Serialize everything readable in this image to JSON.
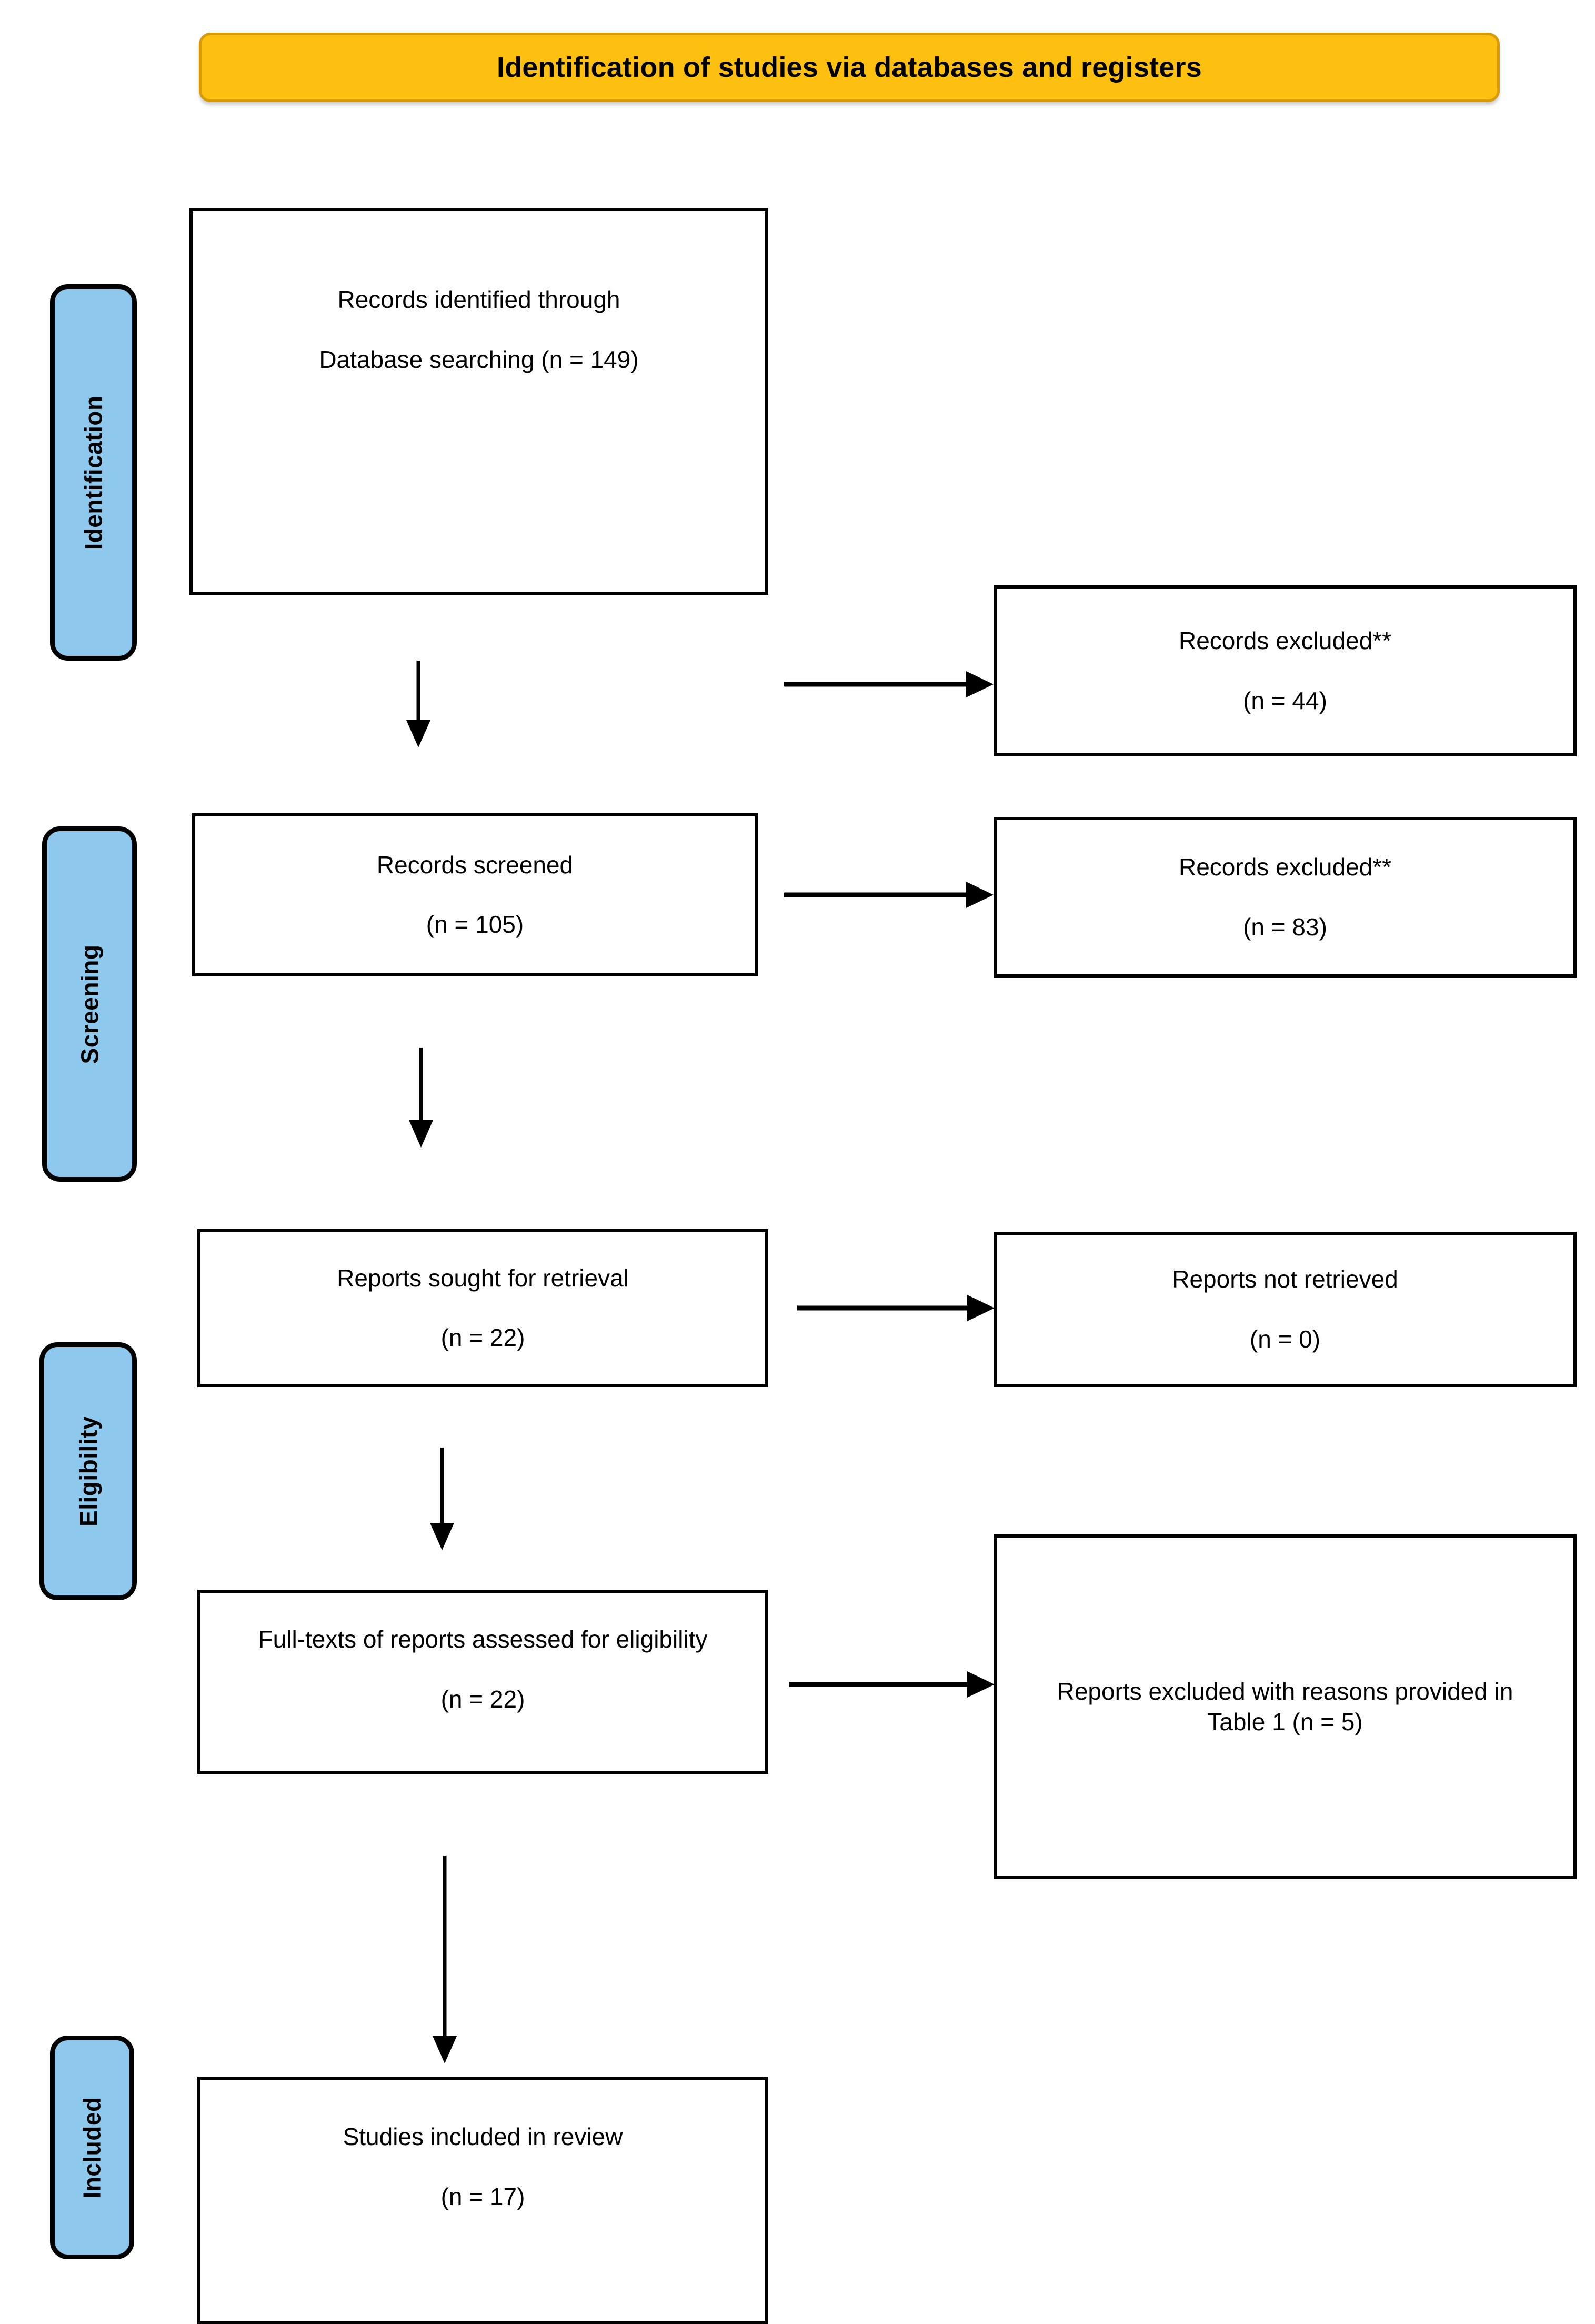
{
  "banner": {
    "title": "Identification of studies via databases and registers",
    "fill_color": "#FDBF10",
    "border_color": "#D79B06"
  },
  "stages": [
    {
      "id": "identification",
      "label": "Identification",
      "fill_color": "#8FC8ED"
    },
    {
      "id": "screening",
      "label": "Screening",
      "fill_color": "#8FC8ED"
    },
    {
      "id": "eligibility",
      "label": "Eligibility",
      "fill_color": "#8FC8ED"
    },
    {
      "id": "included",
      "label": "Included",
      "fill_color": "#8FC8ED"
    }
  ],
  "boxes": {
    "records_identified": {
      "line1": "Records identified through",
      "line2": "Database searching (n = 149)"
    },
    "records_excluded_1": {
      "line1": "Records excluded**",
      "line2": "(n = 44)"
    },
    "records_screened": {
      "line1": "Records screened",
      "line2": "(n = 105)"
    },
    "records_excluded_2": {
      "line1": "Records excluded**",
      "line2": "(n = 83)"
    },
    "reports_sought": {
      "line1": "Reports sought for retrieval",
      "line2": "(n = 22)"
    },
    "reports_not_retrieved": {
      "line1": "Reports not retrieved",
      "line2": "(n = 0)"
    },
    "full_texts_assessed": {
      "line1": "Full-texts of reports assessed for eligibility",
      "line2": "(n = 22)"
    },
    "reports_excluded_reasons": {
      "line1": "Reports excluded with reasons provided in Table 1 (n = 5)",
      "line2": ""
    },
    "studies_included": {
      "line1": "Studies included in review",
      "line2": "(n = 17)"
    }
  },
  "chart_data": {
    "type": "diagram",
    "title": "Identification of studies via databases and registers",
    "diagram_kind": "PRISMA flow diagram",
    "stages": [
      "Identification",
      "Screening",
      "Eligibility",
      "Included"
    ],
    "nodes": [
      {
        "id": "records_identified",
        "stage": "Identification",
        "label": "Records identified through Database searching",
        "n": 149
      },
      {
        "id": "records_excluded_1",
        "stage": "Identification",
        "label": "Records excluded**",
        "n": 44
      },
      {
        "id": "records_screened",
        "stage": "Screening",
        "label": "Records screened",
        "n": 105
      },
      {
        "id": "records_excluded_2",
        "stage": "Screening",
        "label": "Records excluded**",
        "n": 83
      },
      {
        "id": "reports_sought",
        "stage": "Eligibility",
        "label": "Reports sought for retrieval",
        "n": 22
      },
      {
        "id": "reports_not_retrieved",
        "stage": "Eligibility",
        "label": "Reports not retrieved",
        "n": 0
      },
      {
        "id": "full_texts_assessed",
        "stage": "Eligibility",
        "label": "Full-texts of reports assessed for eligibility",
        "n": 22
      },
      {
        "id": "reports_excluded_reasons",
        "stage": "Eligibility",
        "label": "Reports excluded with reasons provided in Table 1",
        "n": 5
      },
      {
        "id": "studies_included",
        "stage": "Included",
        "label": "Studies included in review",
        "n": 17
      }
    ],
    "edges": [
      {
        "from": "records_identified",
        "to": "records_excluded_1",
        "direction": "right"
      },
      {
        "from": "records_identified",
        "to": "records_screened",
        "direction": "down"
      },
      {
        "from": "records_screened",
        "to": "records_excluded_2",
        "direction": "right"
      },
      {
        "from": "records_screened",
        "to": "reports_sought",
        "direction": "down"
      },
      {
        "from": "reports_sought",
        "to": "reports_not_retrieved",
        "direction": "right"
      },
      {
        "from": "reports_sought",
        "to": "full_texts_assessed",
        "direction": "down"
      },
      {
        "from": "full_texts_assessed",
        "to": "reports_excluded_reasons",
        "direction": "right"
      },
      {
        "from": "full_texts_assessed",
        "to": "studies_included",
        "direction": "down"
      }
    ]
  }
}
